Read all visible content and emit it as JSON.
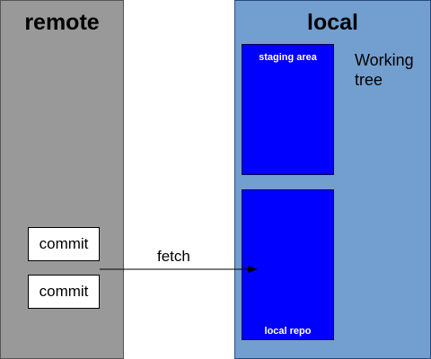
{
  "remote": {
    "title": "remote",
    "commits": [
      "commit",
      "commit"
    ]
  },
  "local": {
    "title": "local",
    "staging_area": "staging area",
    "local_repo": "local repo",
    "working_tree": "Working tree"
  },
  "arrow": {
    "label": "fetch"
  },
  "colors": {
    "remote_panel": "#999999",
    "local_panel": "#729fcf",
    "area_box": "#0000ff"
  }
}
